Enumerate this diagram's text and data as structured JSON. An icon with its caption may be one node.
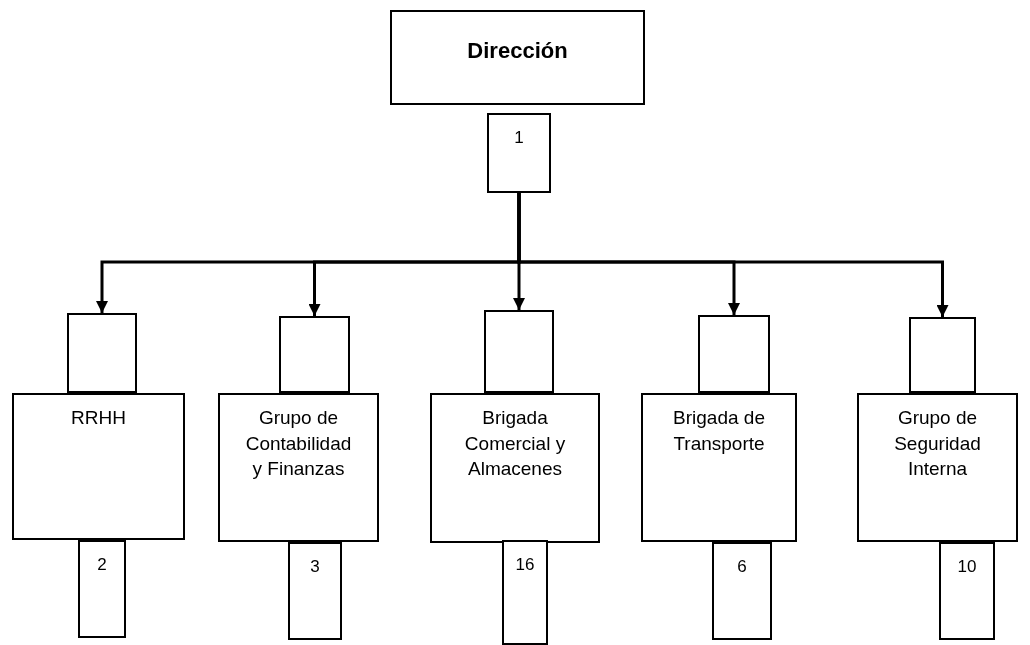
{
  "diagram": {
    "nodes": [
      {
        "text": [
          "Dirección"
        ]
      },
      {
        "text": [
          "1"
        ]
      },
      {
        "text": [],
        "shape": "box"
      },
      {
        "text": [
          "RRHH"
        ]
      },
      {
        "text": [
          "2"
        ]
      },
      {
        "text": [],
        "shape": "box"
      },
      {
        "text": [
          "Grupo de Contabilidad y Finanzas"
        ]
      },
      {
        "text": [
          "3"
        ]
      },
      {
        "text": [],
        "shape": "box"
      },
      {
        "text": [
          "Brigada Comercial y Almacenes"
        ]
      },
      {
        "text": [
          "16"
        ]
      },
      {
        "text": [],
        "shape": "box"
      },
      {
        "text": [
          "Brigada de Transporte"
        ]
      },
      {
        "text": [
          "6"
        ]
      },
      {
        "text": [],
        "shape": "box"
      },
      {
        "text": [
          "Grupo de Seguridad Interna"
        ]
      },
      {
        "text": [
          "10"
        ]
      }
    ],
    "edges": [
      {
        "from": 1,
        "to": 2,
        "arrow": "to"
      },
      {
        "from": 1,
        "to": 5,
        "arrow": "to"
      },
      {
        "from": 1,
        "to": 8,
        "arrow": "to"
      },
      {
        "from": 1,
        "to": 11,
        "arrow": "to"
      },
      {
        "from": 1,
        "to": 14,
        "arrow": "to"
      }
    ]
  }
}
